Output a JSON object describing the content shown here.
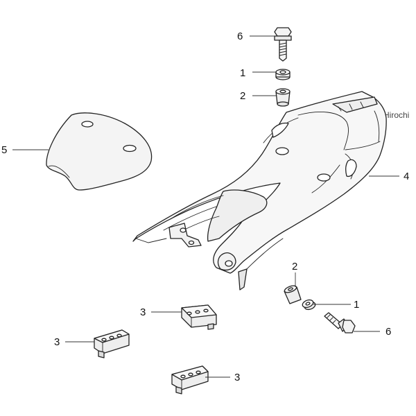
{
  "watermark": "Hirochi",
  "callouts": {
    "c6_top": "6",
    "c1_top": "1",
    "c2_top": "2",
    "c5": "5",
    "c4": "4",
    "c2_low": "2",
    "c1_low": "1",
    "c6_low": "6",
    "c3_a": "3",
    "c3_b": "3",
    "c3_c": "3"
  }
}
